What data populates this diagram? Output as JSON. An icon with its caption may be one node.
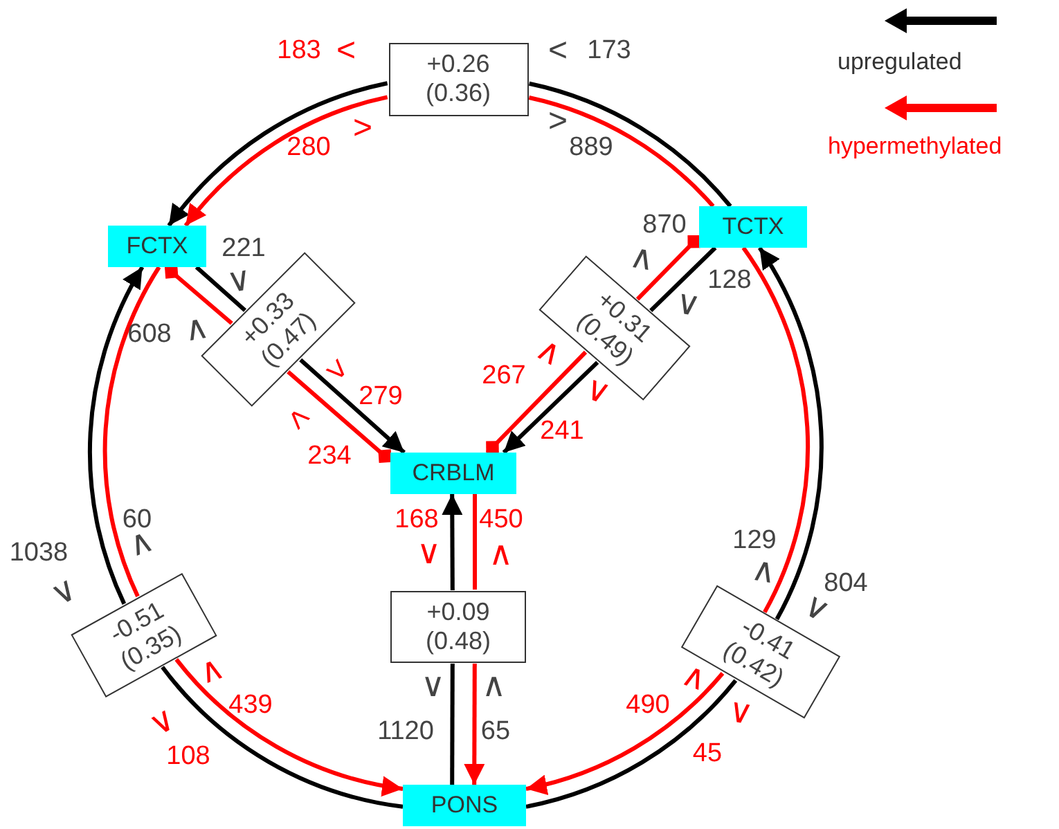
{
  "diagram": {
    "nodes": [
      {
        "text": [
          "FCTX"
        ]
      },
      {
        "text": [
          "TCTX"
        ]
      },
      {
        "text": [
          "CRBLM"
        ]
      },
      {
        "text": [
          "PONS"
        ]
      },
      {
        "text": [
          "+0.26",
          "(0.36)"
        ]
      },
      {
        "text": [
          "+0.33",
          "(0.47)"
        ]
      },
      {
        "text": [
          "+0.31",
          "(0.49)"
        ]
      },
      {
        "text": [
          "-0.51",
          "(0.35)"
        ]
      },
      {
        "text": [
          "+0.09",
          "(0.48)"
        ]
      },
      {
        "text": [
          "-0.41",
          "(0.42)"
        ]
      }
    ],
    "edges": [
      {
        "from": 1,
        "to": 4,
        "arrow": "none"
      },
      {
        "from": 4,
        "to": 0,
        "arrow": "to"
      },
      {
        "from": 1,
        "to": 4,
        "arrow": "none",
        "color": "#ff0000"
      },
      {
        "from": 4,
        "to": 0,
        "arrow": "to",
        "color": "#ff0000"
      },
      {
        "from": 3,
        "to": 7,
        "arrow": "none"
      },
      {
        "from": 7,
        "to": 0,
        "arrow": "to"
      },
      {
        "from": 0,
        "to": 7,
        "arrow": "none",
        "color": "#ff0000"
      },
      {
        "from": 7,
        "to": 3,
        "arrow": "to",
        "color": "#ff0000"
      },
      {
        "from": 3,
        "to": 9,
        "arrow": "none"
      },
      {
        "from": 9,
        "to": 1,
        "arrow": "to"
      },
      {
        "from": 1,
        "to": 9,
        "arrow": "none",
        "color": "#ff0000"
      },
      {
        "from": 9,
        "to": 3,
        "arrow": "to",
        "color": "#ff0000"
      },
      {
        "from": 0,
        "to": 5,
        "arrow": "none"
      },
      {
        "from": 5,
        "to": 2,
        "arrow": "to"
      },
      {
        "from": 5,
        "to": 0,
        "arrow": "other",
        "color": "#ff0000"
      },
      {
        "from": 5,
        "to": 2,
        "arrow": "other",
        "color": "#ff0000"
      },
      {
        "from": 1,
        "to": 6,
        "arrow": "none"
      },
      {
        "from": 6,
        "to": 2,
        "arrow": "to"
      },
      {
        "from": 6,
        "to": 1,
        "arrow": "other",
        "color": "#ff0000"
      },
      {
        "from": 6,
        "to": 2,
        "arrow": "other",
        "color": "#ff0000"
      },
      {
        "from": 3,
        "to": 8,
        "arrow": "none"
      },
      {
        "from": 8,
        "to": 2,
        "arrow": "to"
      },
      {
        "from": 2,
        "to": 8,
        "arrow": "none",
        "color": "#ff0000"
      },
      {
        "from": 8,
        "to": 3,
        "arrow": "to",
        "color": "#ff0000"
      }
    ],
    "labels": [
      "183",
      "<",
      "<",
      "173",
      ">",
      ">",
      "280",
      "889",
      "870",
      "221",
      "∧",
      "∨",
      "128",
      "∨",
      "608",
      "∧",
      "∧",
      ">",
      "267",
      "279",
      "∨",
      "<",
      "241",
      "234",
      "60",
      "168",
      "450",
      "1038",
      "∧",
      "∨",
      "∧",
      "129",
      "∨",
      "∧",
      "804",
      "∨",
      "∧",
      "∨",
      "∧",
      "∧",
      "439",
      "490",
      "∨",
      "∨",
      "1120",
      "65",
      "108",
      "45"
    ],
    "legend": [
      {
        "text": "upregulated"
      },
      {
        "text": "hypermethylated"
      }
    ]
  }
}
